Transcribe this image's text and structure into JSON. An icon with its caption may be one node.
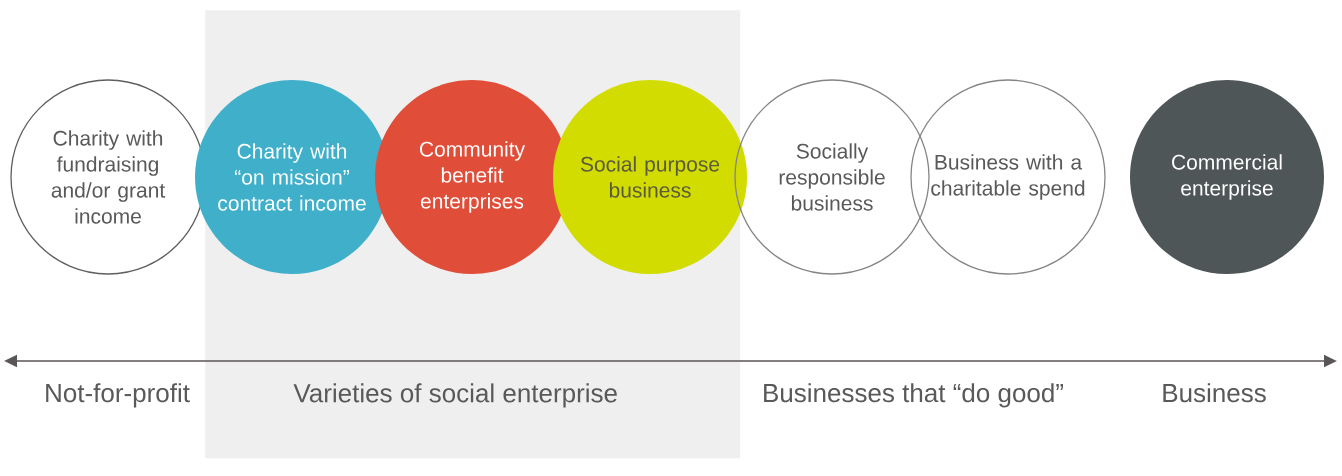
{
  "diagram": {
    "nodes": [
      {
        "text": [
          "Charity with fundraising and/or grant income"
        ]
      },
      {
        "text": [
          "Varieties of social enterprise"
        ]
      },
      {
        "text": [
          "Charity with “on mission” contract income"
        ],
        "in": 1
      },
      {
        "text": [
          "Community benefit enterprises"
        ],
        "in": 1
      },
      {
        "text": [
          "Social purpose business"
        ],
        "in": 1
      },
      {
        "text": [
          "Socially responsible business"
        ]
      },
      {
        "text": [
          "Business with a charitable spend"
        ]
      },
      {
        "text": [
          "Commercial enterprise"
        ]
      }
    ],
    "labels": [
      "Not-for-profit",
      "Businesses that “do good”",
      "Business"
    ]
  }
}
